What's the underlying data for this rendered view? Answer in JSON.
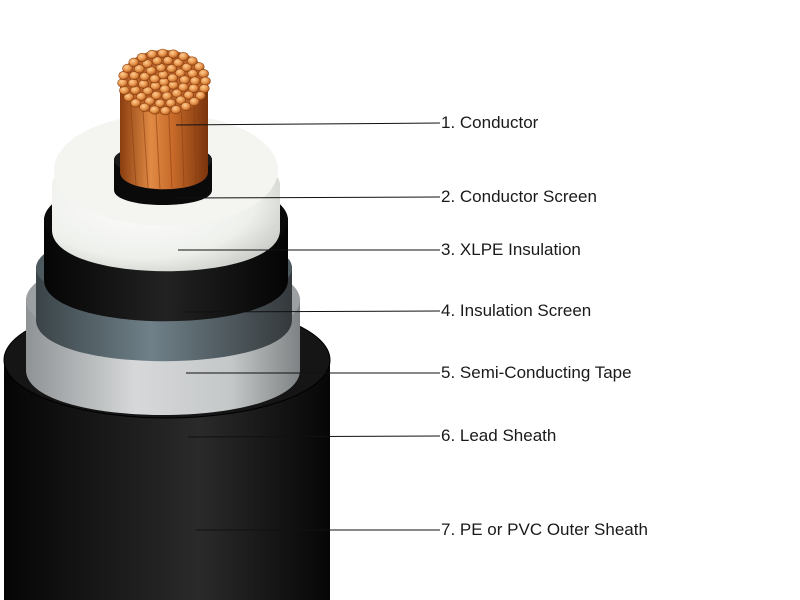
{
  "labels": [
    {
      "text": "1. Conductor"
    },
    {
      "text": "2. Conductor Screen"
    },
    {
      "text": "3. XLPE Insulation"
    },
    {
      "text": "4. Insulation Screen"
    },
    {
      "text": "5. Semi-Conducting Tape"
    },
    {
      "text": "6. Lead Sheath"
    },
    {
      "text": "7. PE or PVC Outer Sheath"
    }
  ],
  "colors": {
    "copper": "#c8702a",
    "xlpe": "#f1f2ee",
    "black": "#0c0c0c",
    "tape": "#5a6a72",
    "lead": "#b9bcbd",
    "leader": "#111111"
  }
}
